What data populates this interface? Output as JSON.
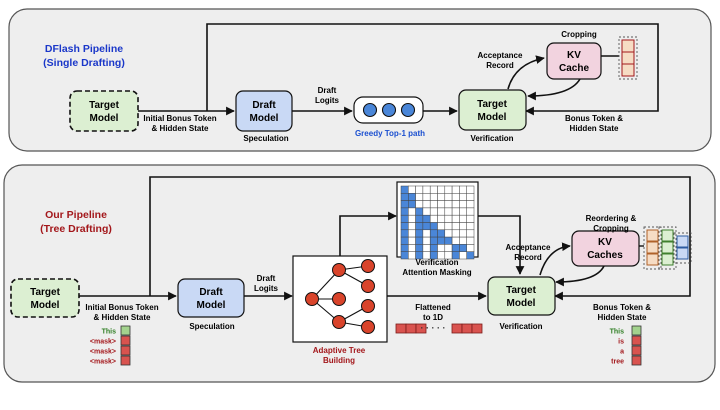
{
  "colors": {
    "panel_bg": "#eeeeee",
    "panel_border": "#555555",
    "target_fill": "#dcefd2",
    "draft_fill": "#c9d9f5",
    "kv_fill": "#f2d3df",
    "node_fill": "#d9442b",
    "token_green": "#a3d38e",
    "token_red": "#d9534f",
    "mask_blue": "#4a86d8",
    "title_blue": "#1a37c9",
    "title_red": "#a3171b",
    "label_blue": "#1a4fd0",
    "label_red": "#a3171b",
    "kv_cell_a": "#f6dcc4",
    "kv_cell_b": "#dcefd2",
    "kv_cell_c": "#c9d9f5"
  },
  "top": {
    "title_line1": "DFlash Pipeline",
    "title_line2": "(Single Drafting)",
    "target_model": [
      "Target",
      "Model"
    ],
    "draft_model": [
      "Draft",
      "Model"
    ],
    "target_model_right": [
      "Target",
      "Model"
    ],
    "kv_cache": [
      "KV",
      "Cache"
    ],
    "initial_bonus": [
      "Initial Bonus Token",
      "& Hidden State"
    ],
    "draft_logits": [
      "Draft",
      "Logits"
    ],
    "speculation": "Speculation",
    "greedy_path": "Greedy Top-1 path",
    "verification": "Verification",
    "acceptance_record": [
      "Acceptance",
      "Record"
    ],
    "cropping": "Cropping",
    "bonus_hidden": [
      "Bonus Token &",
      "Hidden State"
    ]
  },
  "bottom": {
    "title_line1": "Our Pipeline",
    "title_line2": "(Tree Drafting)",
    "target_model": [
      "Target",
      "Model"
    ],
    "draft_model": [
      "Draft",
      "Model"
    ],
    "target_model_right": [
      "Target",
      "Model"
    ],
    "kv_caches": [
      "KV",
      "Caches"
    ],
    "initial_bonus": [
      "Initial Bonus Token",
      "& Hidden State"
    ],
    "draft_logits": [
      "Draft",
      "Logits"
    ],
    "speculation": "Speculation",
    "adaptive_tree": [
      "Adaptive Tree",
      "Building"
    ],
    "verification_mask": [
      "Verification",
      "Attention Masking"
    ],
    "flattened": [
      "Flattened",
      "to 1D"
    ],
    "verification": "Verification",
    "acceptance_record": [
      "Acceptance",
      "Record"
    ],
    "reordering": [
      "Reordering &",
      "Cropping"
    ],
    "bonus_hidden": [
      "Bonus Token &",
      "Hidden State"
    ],
    "input_tokens": [
      "This",
      "<mask>",
      "<mask>",
      "<mask>"
    ],
    "output_tokens": [
      "This",
      "is",
      "a",
      "tree"
    ]
  },
  "mask_grid": {
    "size": 10,
    "filled": [
      [
        0,
        0
      ],
      [
        1,
        0
      ],
      [
        1,
        1
      ],
      [
        2,
        0
      ],
      [
        2,
        1
      ],
      [
        3,
        0
      ],
      [
        3,
        2
      ],
      [
        4,
        0
      ],
      [
        4,
        2
      ],
      [
        4,
        3
      ],
      [
        5,
        0
      ],
      [
        5,
        2
      ],
      [
        5,
        3
      ],
      [
        5,
        4
      ],
      [
        6,
        0
      ],
      [
        6,
        2
      ],
      [
        6,
        4
      ],
      [
        6,
        5
      ],
      [
        7,
        0
      ],
      [
        7,
        2
      ],
      [
        7,
        4
      ],
      [
        7,
        5
      ],
      [
        7,
        6
      ],
      [
        8,
        0
      ],
      [
        8,
        2
      ],
      [
        8,
        4
      ],
      [
        8,
        7
      ],
      [
        8,
        8
      ],
      [
        9,
        0
      ],
      [
        9,
        2
      ],
      [
        9,
        4
      ],
      [
        9,
        7
      ],
      [
        9,
        9
      ]
    ]
  }
}
